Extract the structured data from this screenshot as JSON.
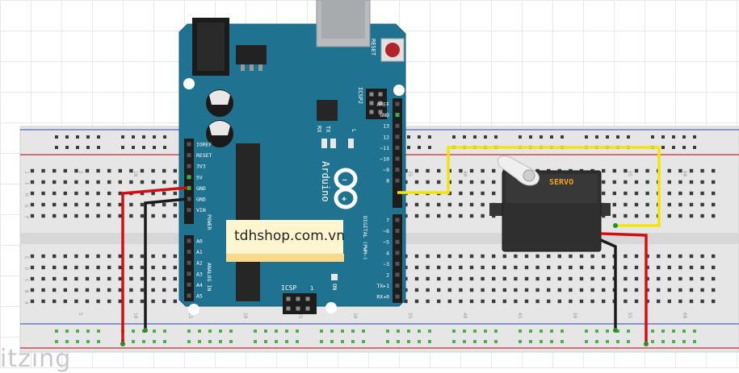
{
  "board": {
    "reset_label": "RESET",
    "icsp2_label": "ICSP2",
    "tx_label": "TX",
    "rx_label": "RX",
    "l_label": "L",
    "logo_label": "Arduino",
    "on_label": "ON",
    "icsp_label": "ICSP",
    "icsp_pin1": "1",
    "digital_label": "DIGITAL (PWM~)",
    "power_label": "POWER",
    "analog_label": "ANALOG IN",
    "power_pins": [
      "IOREF",
      "RESET",
      "3V3",
      "5V",
      "GND",
      "GND",
      "VIN"
    ],
    "analog_pins": [
      "A0",
      "A1",
      "A2",
      "A3",
      "A4",
      "A5"
    ],
    "digital_top_pins": [
      "AREF",
      "GND",
      "13",
      "12",
      "~11",
      "~10",
      "~9",
      "8"
    ],
    "digital_bottom_pins": [
      "7",
      "~6",
      "~5",
      "4",
      "~3",
      "2",
      "TX▸1",
      "RX◂0"
    ]
  },
  "breadboard": {
    "column_numbers": [
      "5",
      "10",
      "15",
      "20",
      "25",
      "30",
      "35",
      "40",
      "45",
      "50",
      "55",
      "60"
    ],
    "row_letters_top": [
      "J",
      "I",
      "H",
      "G",
      "F"
    ],
    "row_letters_bottom": [
      "E",
      "D",
      "C",
      "B",
      "A"
    ]
  },
  "servo": {
    "label": "SERVO"
  },
  "note": {
    "text": "tdhshop.com.vn"
  },
  "watermark": {
    "text": "itzıng"
  },
  "colors": {
    "board": "#1f7390",
    "breadboard": "#e8e8e8",
    "wire_red": "#d01010",
    "wire_black": "#1a1a1a",
    "wire_yellow": "#f4e40a",
    "servo_body": "#2e2e2e",
    "servo_label": "#f0a020"
  }
}
